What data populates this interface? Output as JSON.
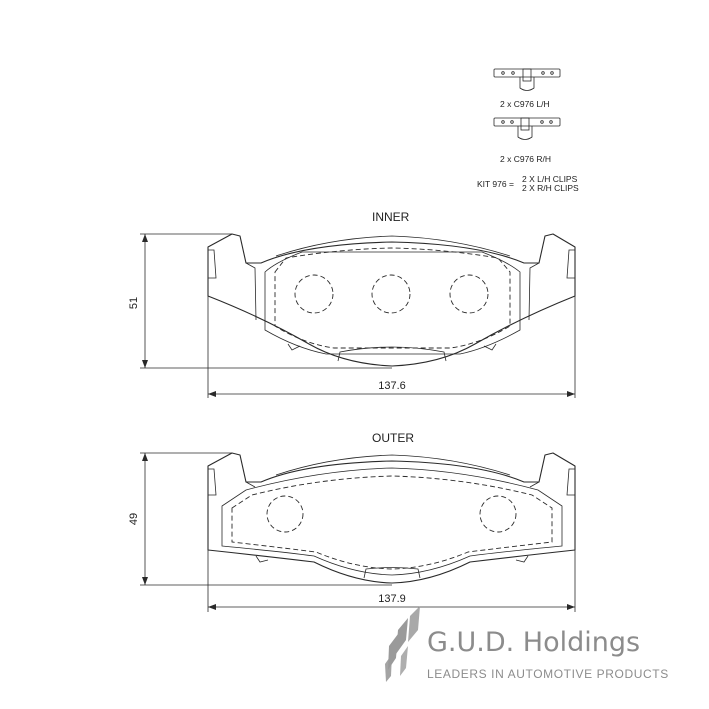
{
  "clips": {
    "lh_label": "2 x C976 L/H",
    "rh_label": "2 x C976 R/H",
    "kit_label": "KIT 976 =",
    "kit_line1": "2 X L/H CLIPS",
    "kit_line2": "2 X R/H CLIPS"
  },
  "inner": {
    "title": "INNER",
    "height": "51",
    "width": "137.6"
  },
  "outer": {
    "title": "OUTER",
    "height": "49",
    "width": "137.9"
  },
  "brand": {
    "name": "G.U.D. Holdings",
    "tagline": "LEADERS IN AUTOMOTIVE PRODUCTS",
    "color": "#8c8c8c"
  }
}
